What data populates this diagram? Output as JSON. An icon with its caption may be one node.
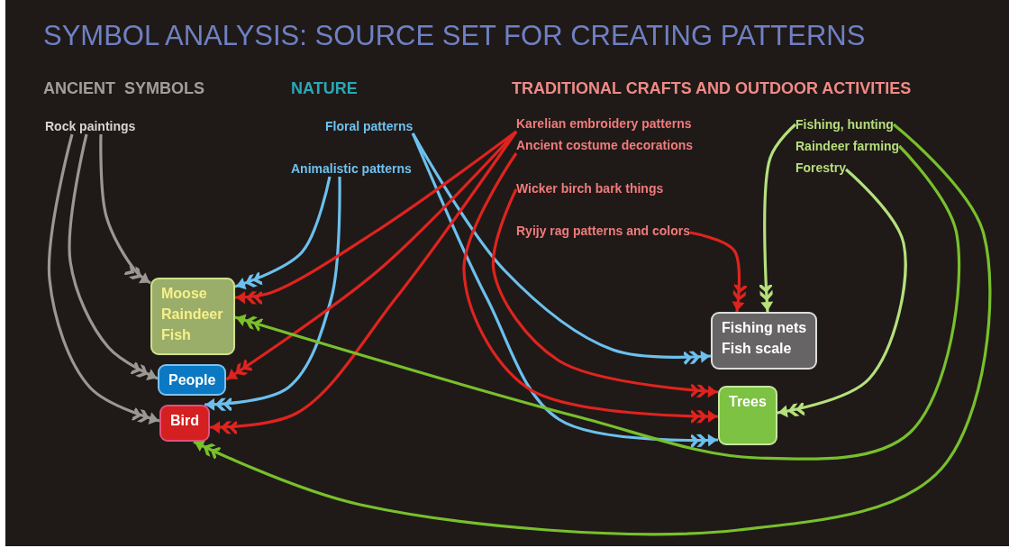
{
  "diagram": {
    "title": "SYMBOL ANALYSIS: SOURCE SET FOR CREATING PATTERNS",
    "nodes": [
      {
        "text": [
          "Rock paintings"
        ]
      },
      {
        "text": [
          "Floral patterns"
        ]
      },
      {
        "text": [
          "Animalistic patterns"
        ]
      },
      {
        "text": [
          "Karelian embroidery patterns"
        ]
      },
      {
        "text": [
          "Ancient costume decorations"
        ]
      },
      {
        "text": [
          "Wicker birch bark things"
        ]
      },
      {
        "text": [
          "Ryijy rag patterns and colors"
        ]
      },
      {
        "text": [
          "Fishing, hunting"
        ]
      },
      {
        "text": [
          "Raindeer farming"
        ]
      },
      {
        "text": [
          "Forestry"
        ]
      },
      {
        "text": [
          "Moose",
          "Raindeer",
          "Fish"
        ]
      },
      {
        "text": [
          "People"
        ]
      },
      {
        "text": [
          "Bird"
        ]
      },
      {
        "text": [
          "Fishing nets",
          "Fish scale"
        ]
      },
      {
        "text": [
          "Trees"
        ]
      }
    ],
    "edges": [
      {
        "from": 0,
        "to": 10,
        "arrow": "to",
        "color": "#9a9794"
      },
      {
        "from": 0,
        "to": 11,
        "arrow": "to",
        "color": "#9a9794"
      },
      {
        "from": 0,
        "to": 12,
        "arrow": "to",
        "color": "#9a9794"
      },
      {
        "from": 1,
        "to": 13,
        "arrow": "to",
        "color": "#6cc0ee"
      },
      {
        "from": 1,
        "to": 14,
        "arrow": "to",
        "color": "#6cc0ee"
      },
      {
        "from": 2,
        "to": 10,
        "arrow": "to",
        "color": "#6cc0ee"
      },
      {
        "from": 2,
        "to": 12,
        "arrow": "to",
        "color": "#6cc0ee"
      },
      {
        "from": 3,
        "to": 10,
        "arrow": "to"
      },
      {
        "from": 3,
        "to": 11,
        "arrow": "to"
      },
      {
        "from": 3,
        "to": 12,
        "arrow": "to"
      },
      {
        "from": 4,
        "to": 14,
        "arrow": "to"
      },
      {
        "from": 5,
        "to": 14,
        "arrow": "to"
      },
      {
        "from": 6,
        "to": 13,
        "arrow": "to"
      },
      {
        "from": 7,
        "to": 13,
        "arrow": "to",
        "color": "#b5e07c"
      },
      {
        "from": 9,
        "to": 14,
        "arrow": "to",
        "color": "#b5e07c"
      },
      {
        "from": 8,
        "to": 10,
        "arrow": "to",
        "color": "#78c02c"
      },
      {
        "from": 7,
        "to": 12,
        "arrow": "to",
        "color": "#78c02c"
      }
    ],
    "labels": [
      "ANCIENT  SYMBOLS",
      "NATURE",
      "TRADITIONAL CRAFTS AND OUTDOOR ACTIVITIES"
    ]
  }
}
